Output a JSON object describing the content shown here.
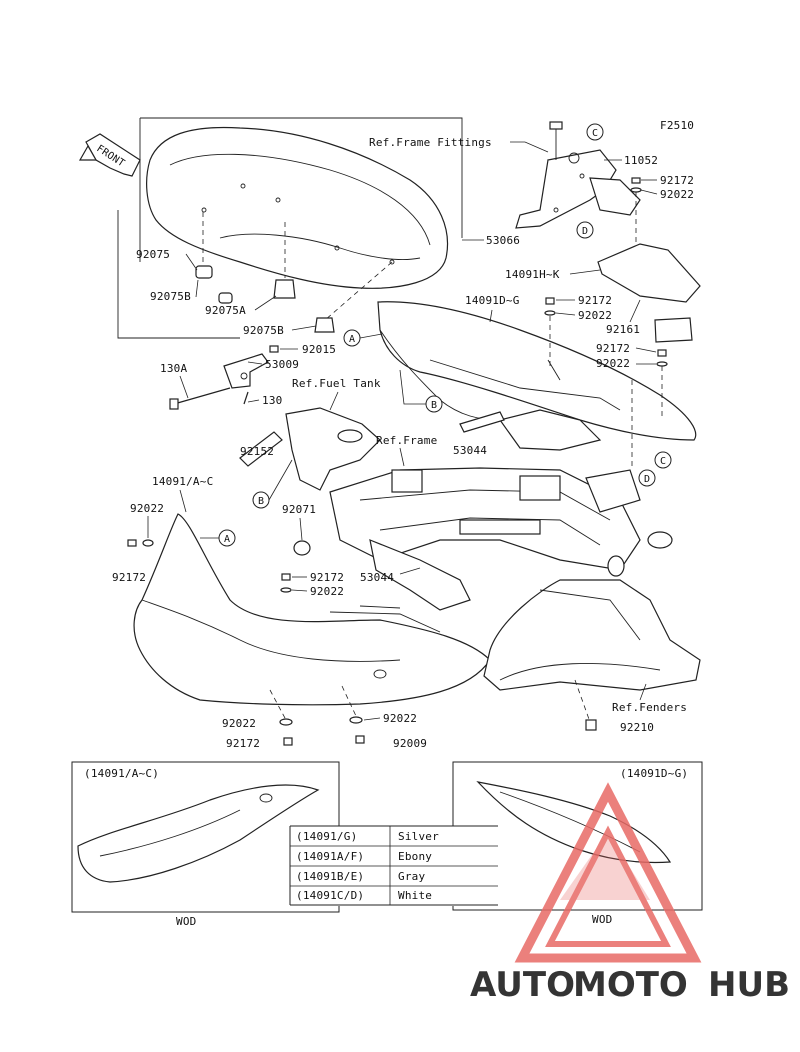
{
  "figure_code": "F2510",
  "front_label": "FRONT",
  "labels": {
    "ref_frame_fittings": "Ref.Frame Fittings",
    "p11052": "11052",
    "p92172_a": "92172",
    "p92022_a": "92022",
    "p53066": "53066",
    "p92075": "92075",
    "p92075B": "92075B",
    "p92075A": "92075A",
    "p92075B_2": "92075B",
    "p14091HK": "14091H~K",
    "p14091DG": "14091D~G",
    "p92172_b": "92172",
    "p92022_b": "92022",
    "p92161": "92161",
    "p92172_c": "92172",
    "p92022_c": "92022",
    "p92015": "92015",
    "p53009": "53009",
    "p130A": "130A",
    "p130": "130",
    "ref_fuel_tank": "Ref.Fuel Tank",
    "ref_frame": "Ref.Frame",
    "p53044_a": "53044",
    "p92152": "92152",
    "p14091AC": "14091/A~C",
    "p92022_d": "92022",
    "p92071": "92071",
    "p92172_d": "92172",
    "p92172_e": "92172",
    "p92022_e": "92022",
    "p53044_b": "53044",
    "ref_fenders": "Ref.Fenders",
    "p92210": "92210",
    "p92022_f": "92022",
    "p92172_f": "92172",
    "p92022_g": "92022",
    "p92009": "92009"
  },
  "callouts": {
    "A": "A",
    "B": "B",
    "C": "C",
    "D": "D"
  },
  "inset_left": {
    "title": "(14091/A~C)",
    "footer": "WOD"
  },
  "inset_right": {
    "title": "(14091D~G)",
    "footer": "WOD"
  },
  "color_table": [
    {
      "code": "(14091/G)",
      "color": "Silver"
    },
    {
      "code": "(14091A/F)",
      "color": "Ebony"
    },
    {
      "code": "(14091B/E)",
      "color": "Gray"
    },
    {
      "code": "(14091C/D)",
      "color": "White"
    }
  ],
  "watermark": {
    "part1": "AUTO",
    "part2": "MOTO",
    "part3": "HUB",
    "color1": "#f4c77a",
    "color2": "#e8736f",
    "color3": "#9a9a9a",
    "triangle_color": "#e86a66"
  }
}
